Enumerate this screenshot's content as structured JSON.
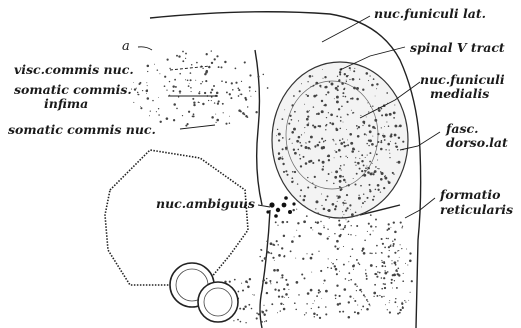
{
  "figure": {
    "labels": {
      "a": "a",
      "visc_commis_nuc": "visc.commis nuc.",
      "somatic_commis": "somatic commis.",
      "infima": "infima",
      "somatic_commis_nuc": "somatic commis nuc.",
      "nuc_funiculi_lat": "nuc.funiculi lat.",
      "spinal_v_tract": "spinal V tract",
      "nuc_funiculi": "nuc.funiculi",
      "medialis": "medialis",
      "fasc": "fasc.",
      "dorso_lat": "dorso.lat",
      "formatio": "formatio",
      "reticularis": "reticularis",
      "nuc_ambiguus": "nuc.ambiguus"
    },
    "colors": {
      "ink": "#1a1a1a",
      "paper": "#ffffff"
    }
  }
}
